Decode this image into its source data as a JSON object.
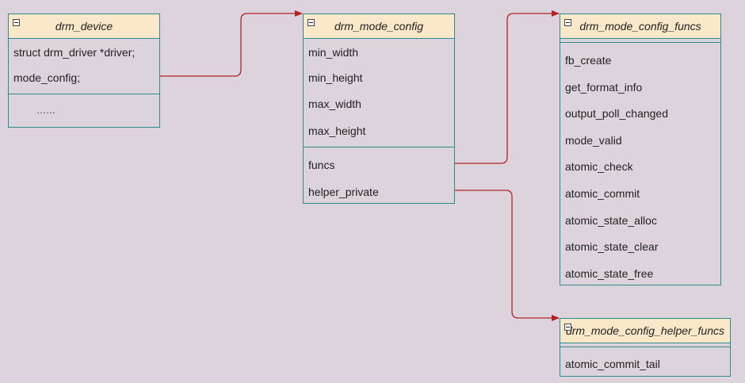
{
  "nodes": {
    "drm_device": {
      "title": "drm_device",
      "fields": [
        "struct drm_driver *driver;",
        "mode_config;"
      ],
      "extra": "……"
    },
    "drm_mode_config": {
      "title": "drm_mode_config",
      "fields": [
        "min_width",
        "min_height",
        "max_width",
        "max_height"
      ],
      "pointers": [
        "funcs",
        "helper_private"
      ]
    },
    "drm_mode_config_funcs": {
      "title": "drm_mode_config_funcs",
      "methods": [
        "fb_create",
        "get_format_info",
        "output_poll_changed",
        "mode_valid",
        "atomic_check",
        "atomic_commit",
        "atomic_state_alloc",
        "atomic_state_clear",
        "atomic_state_free"
      ]
    },
    "drm_mode_config_helper_funcs": {
      "title": "drm_mode_config_helper_funcs",
      "methods": [
        "atomic_commit_tail"
      ]
    }
  },
  "colors": {
    "background": "#ddd3dc",
    "header": "#fbe8c8",
    "border": "#2b8c8c",
    "edge": "#b22222"
  }
}
